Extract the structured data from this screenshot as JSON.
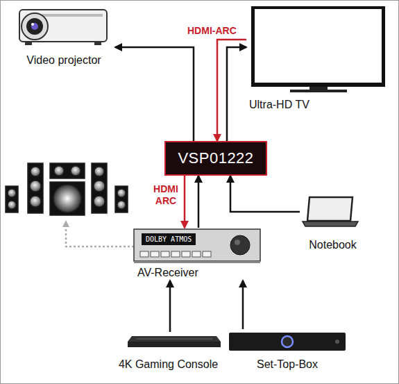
{
  "diagram": {
    "nodes": [
      {
        "text": [
          "Video projector"
        ]
      },
      {
        "text": [
          "Ultra-HD TV"
        ]
      },
      {
        "text": [
          "VSP01222"
        ]
      },
      {
        "text": [
          "DOLBY ATMOS",
          "AV-Receiver"
        ]
      },
      {
        "text": [
          "Notebook"
        ]
      },
      {
        "text": [
          "4K Gaming Console"
        ]
      },
      {
        "text": [
          "Set-Top-Box"
        ]
      }
    ],
    "edges": [
      {
        "from": 2,
        "to": 0,
        "arrow": "to"
      },
      {
        "from": 2,
        "to": 1,
        "arrow": "to"
      },
      {
        "from": 1,
        "to": 2,
        "arrow": "to",
        "label": "HDMI-ARC"
      },
      {
        "from": 3,
        "to": 2,
        "arrow": "to"
      },
      {
        "from": 2,
        "to": 3,
        "arrow": "to",
        "label": "HDMI ARC"
      },
      {
        "from": 4,
        "to": 2,
        "arrow": "to"
      },
      {
        "from": 5,
        "to": 3,
        "arrow": "to"
      },
      {
        "from": 6,
        "to": 3,
        "arrow": "to"
      }
    ]
  }
}
